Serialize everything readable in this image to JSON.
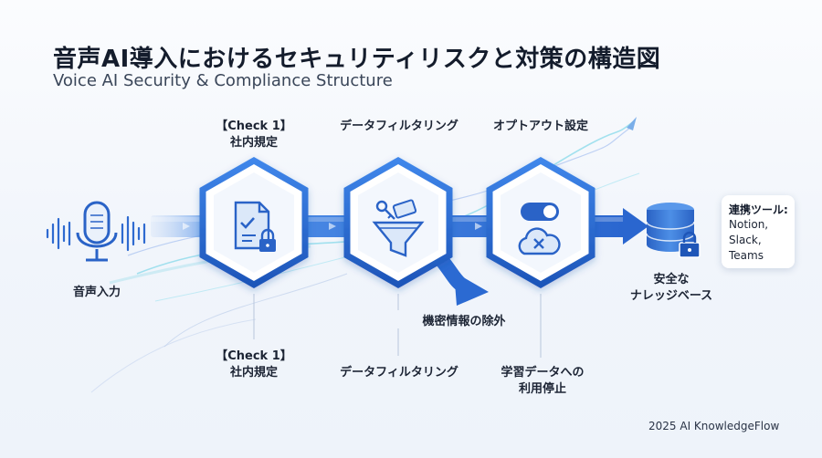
{
  "title": "音声AI導入におけるセキュリティリスクと対策の構造図",
  "subtitle": "Voice AI Security & Compliance Structure",
  "top_labels": {
    "check1_line1": "【Check 1】",
    "check1_line2": "社内規定",
    "filtering": "データフィルタリング",
    "optout": "オプトアウト設定"
  },
  "bottom_labels": {
    "check1_line1": "【Check 1】",
    "check1_line2": "社内規定",
    "filtering": "データフィルタリング",
    "stop_line1": "学習データへの",
    "stop_line2": "利用停止"
  },
  "voice_input": "音声入力",
  "exclude_label": "機密情報の除外",
  "kb_label_line1": "安全な",
  "kb_label_line2": "ナレッジベース",
  "callout": {
    "title": "連携ツール:",
    "items": [
      "Notion,",
      "Slack,",
      "Teams"
    ]
  },
  "footer": "2025 AI KnowledgeFlow",
  "icons": [
    "microphone-icon",
    "document-lock-icon",
    "filter-key-card-icon",
    "toggle-cloud-icon",
    "database-lock-icon"
  ],
  "colors": {
    "primary_blue": "#2b6fd6",
    "dark_blue": "#1f56b8",
    "light_blue": "#dce8f9",
    "cyan_accent": "#6fd3e6"
  }
}
